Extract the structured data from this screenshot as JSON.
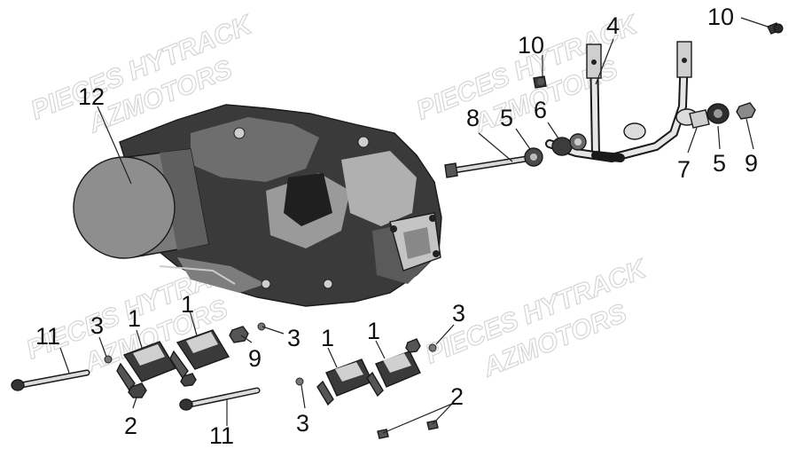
{
  "watermarks": [
    {
      "line1": "PIECES HYTRACK",
      "line2": "AZMOTORS"
    },
    {
      "line1": "PIECES HYTRACK",
      "line2": "AZMOTORS"
    },
    {
      "line1": "PIECES HYTRACK",
      "line2": "AZMOTORS"
    },
    {
      "line1": "PIECES HYTRACK",
      "line2": "AZMOTORS"
    }
  ],
  "callouts": {
    "c12": "12",
    "c10a": "10",
    "c4": "4",
    "c10b": "10",
    "c8": "8",
    "c5a": "5",
    "c6": "6",
    "c7": "7",
    "c5b": "5",
    "c9a": "9",
    "c11a": "11",
    "c3a": "3",
    "c1a": "1",
    "c1b": "1",
    "c9b": "9",
    "c3b": "3",
    "c1c": "1",
    "c1d": "1",
    "c3c": "3",
    "c2a": "2",
    "c11b": "11",
    "c3d": "3",
    "c2b": "2"
  },
  "colors": {
    "engine_dark": "#2b2b2b",
    "engine_mid": "#8a8a8a",
    "engine_light": "#cfcfcf",
    "metal": "#bdbdbd"
  }
}
